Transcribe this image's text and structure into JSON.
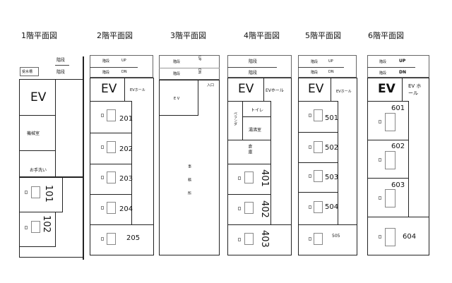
{
  "floors": [
    {
      "title": "1階平面図",
      "water_tank": "受水槽",
      "stairs": [
        "階段",
        "階段"
      ],
      "ev": "EV",
      "machine_room": "機械室",
      "restroom": "お手洗い",
      "rooms": [
        "101",
        "102"
      ]
    },
    {
      "title": "2階平面図",
      "stairs": [
        "階段",
        "階段"
      ],
      "up": "UP",
      "dn": "DN",
      "ev": "EV",
      "ev_hall": "EVホール",
      "rooms": [
        "201",
        "202",
        "203",
        "204",
        "205"
      ]
    },
    {
      "title": "3階平面図",
      "stairs": [
        "階段",
        "階段"
      ],
      "up": "UP",
      "dn": "DN",
      "ev": "E V",
      "entrance": "入口",
      "office": "事務所"
    },
    {
      "title": "4階平面図",
      "stairs": [
        "階段",
        "階段"
      ],
      "ev": "EV",
      "ev_hall": "EVホール",
      "veranda": "ベランダ",
      "toilet": "トイレ",
      "kitchen": "湯沸室",
      "storage": "倉庫",
      "rooms": [
        "401",
        "402",
        "403"
      ]
    },
    {
      "title": "5階平面図",
      "stairs": [
        "階段",
        "階段"
      ],
      "up": "UP",
      "dn": "DN",
      "ev": "EV",
      "ev_hall": "EVホール",
      "rooms": [
        "501",
        "502",
        "503",
        "504",
        "505"
      ]
    },
    {
      "title": "6階平面図",
      "stairs": [
        "階段",
        "階段"
      ],
      "up": "UP",
      "dn": "DN",
      "ev": "EV",
      "ev_hall": "EV ホール",
      "rooms": [
        "601",
        "602",
        "603",
        "604"
      ]
    }
  ]
}
